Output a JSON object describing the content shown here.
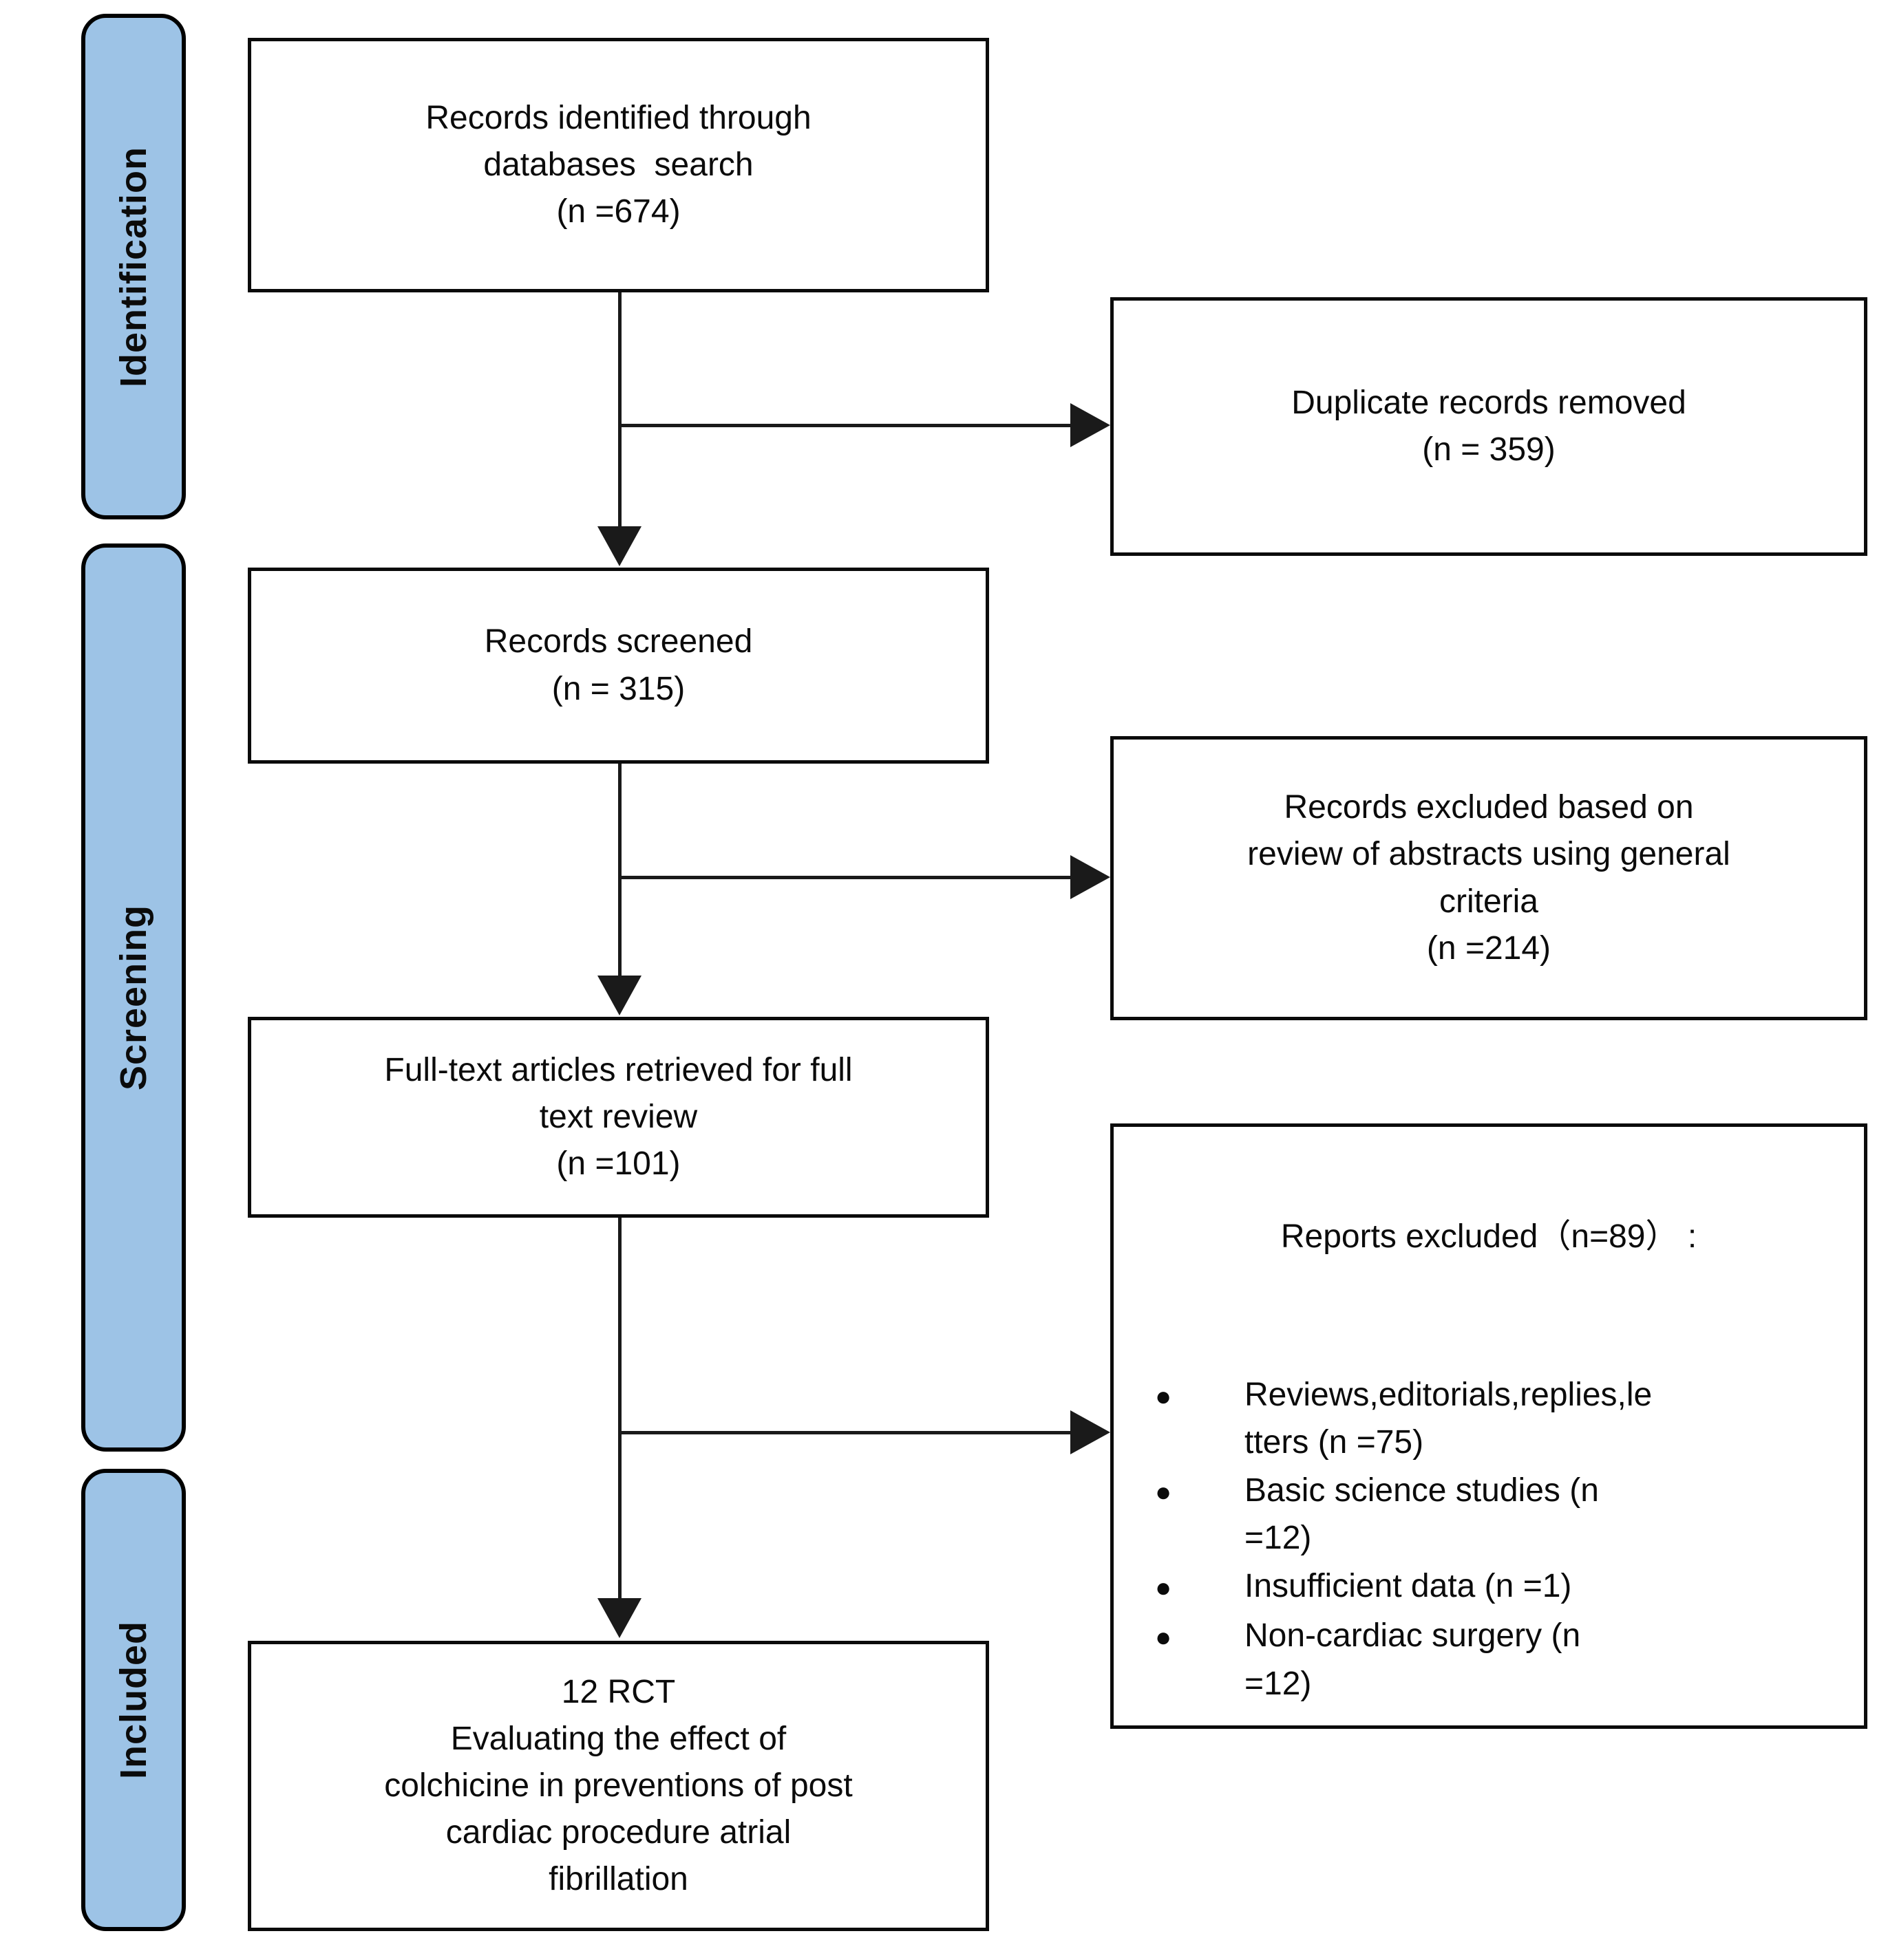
{
  "figure": {
    "type": "prisma-flow-diagram",
    "background_color": "#ffffff",
    "stage_bar_fill": "#9DC3E6",
    "border_color": "#000000",
    "arrow_color": "#1a1a1a"
  },
  "glyphs": {
    "bullet": "●"
  },
  "stages": [
    {
      "id": "identification",
      "label": "Identification"
    },
    {
      "id": "screening",
      "label": "Screening"
    },
    {
      "id": "included",
      "label": "Included"
    }
  ],
  "boxes": {
    "identified": {
      "text": "Records identified through\ndatabases  search\n(n =674)"
    },
    "duplicates_removed": {
      "text": "Duplicate records removed\n(n = 359)"
    },
    "screened": {
      "text": "Records screened\n(n = 315)"
    },
    "excluded_abstracts": {
      "text": "Records excluded based on\nreview of abstracts using general\ncriteria\n(n =214)"
    },
    "fulltext_retrieved": {
      "text": "Full-text articles retrieved for full\ntext review\n(n =101)"
    },
    "reports_excluded": {
      "title": "Reports excluded（n=89） :",
      "items": [
        "Reviews,editorials,replies,le\ntters (n =75)",
        "Basic science studies (n\n=12)",
        "Insufficient data (n =1)",
        "Non-cardiac surgery (n\n=12)"
      ]
    },
    "included_final": {
      "text": "12 RCT\nEvaluating the effect of\ncolchicine in preventions of post\ncardiac procedure atrial\nfibrillation"
    }
  }
}
